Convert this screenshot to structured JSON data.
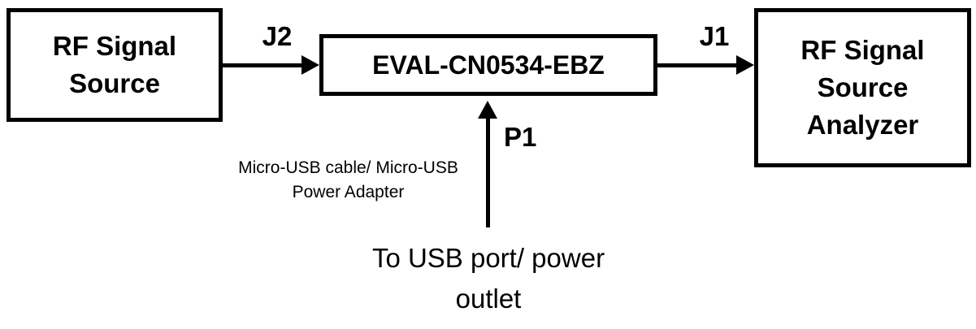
{
  "diagram": {
    "boxes": {
      "rf_source": "RF Signal Source",
      "eval_board": "EVAL-CN0534-EBZ",
      "analyzer": "RF Signal Source Analyzer"
    },
    "labels": {
      "j2": "J2",
      "j1": "J1",
      "p1": "P1"
    },
    "notes": {
      "usb_cable": "Micro-USB cable/ Micro-USB Power Adapter",
      "usb_port": "To USB port/ power outlet"
    },
    "colors": {
      "stroke": "#000000",
      "background": "#ffffff"
    }
  }
}
